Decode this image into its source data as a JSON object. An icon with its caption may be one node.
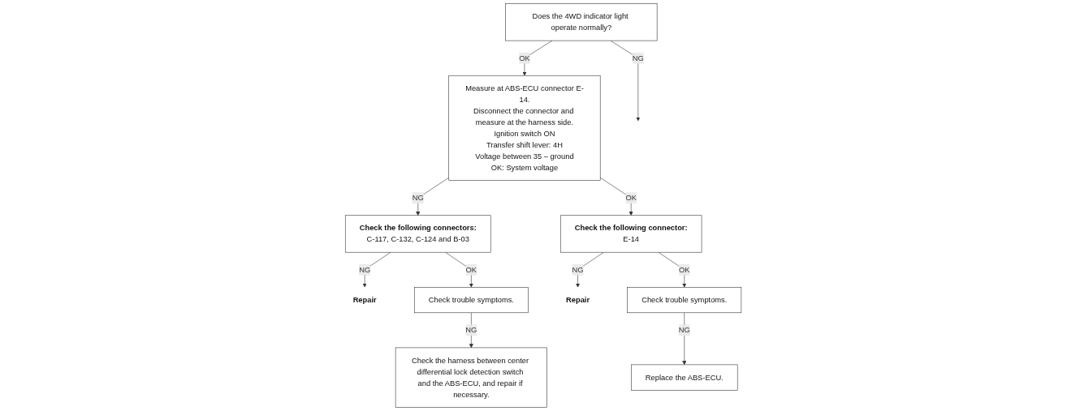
{
  "diagram": {
    "nodes": [
      {
        "text": [
          "Does the 4WD indicator light operate normally?"
        ]
      },
      {
        "text": [
          "Measure at ABS-ECU connector E-14.",
          "Disconnect the connector and measure at the harness side.",
          "Ignition switch ON",
          "Transfer shift lever: 4H",
          "Voltage between 35 – ground",
          "OK: System voltage"
        ]
      },
      {
        "text": [
          "Check the following connectors:",
          "C-117, C-132, C-124 and B-03"
        ]
      },
      {
        "text": [
          "Repair"
        ]
      },
      {
        "text": [
          "Check trouble symptoms."
        ]
      },
      {
        "text": [
          "Check the harness between center differential lock detection switch and the ABS-ECU, and repair if necessary."
        ]
      },
      {
        "text": [
          "Check the following connector:",
          "E-14"
        ]
      },
      {
        "text": [
          "Repair"
        ]
      },
      {
        "text": [
          "Check trouble symptoms."
        ]
      },
      {
        "text": [
          "Replace the ABS-ECU."
        ]
      }
    ],
    "edges": [
      {
        "from": 0,
        "to": null,
        "arrow": "to",
        "label": "NG"
      },
      {
        "from": 0,
        "to": 1,
        "arrow": "to",
        "label": "OK"
      },
      {
        "from": 1,
        "to": 2,
        "arrow": "to",
        "label": "NG"
      },
      {
        "from": 2,
        "to": 3,
        "arrow": "to",
        "label": "NG"
      },
      {
        "from": 2,
        "to": 4,
        "arrow": "to",
        "label": "OK"
      },
      {
        "from": 4,
        "to": 5,
        "arrow": "to",
        "label": "NG"
      },
      {
        "from": 1,
        "to": 6,
        "arrow": "to",
        "label": "OK"
      },
      {
        "from": 6,
        "to": 7,
        "arrow": "to",
        "label": "NG"
      },
      {
        "from": 6,
        "to": 8,
        "arrow": "to",
        "label": "OK"
      },
      {
        "from": 8,
        "to": 9,
        "arrow": "to",
        "label": "NG"
      }
    ]
  }
}
